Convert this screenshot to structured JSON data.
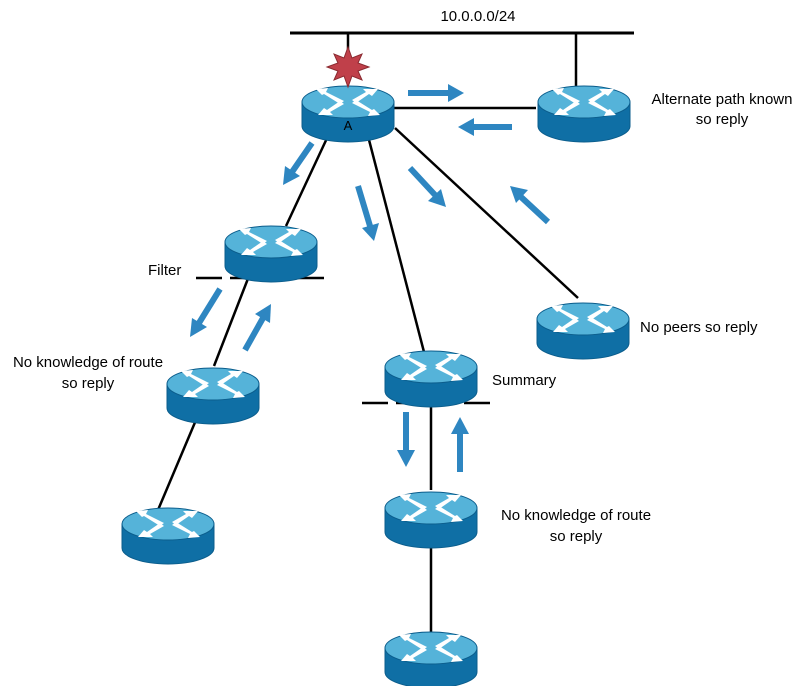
{
  "colors": {
    "router_top": "#55b3d9",
    "router_side": "#0f6fa5",
    "router_rim": "#0b5d8c",
    "router_arrows": "#ffffff",
    "link": "#000000",
    "flow_arrow": "#2e86c1",
    "failure_star": "#c0404a"
  },
  "labels": {
    "subnet": "10.0.0.0/24",
    "router_a": "A",
    "alternate_path_line1": "Alternate path known",
    "alternate_path_line2": "so reply",
    "no_peers": "No peers so reply",
    "filter": "Filter",
    "summary": "Summary",
    "no_knowledge_left_line1": "No knowledge of route",
    "no_knowledge_left_line2": "so reply",
    "no_knowledge_bottom_line1": "No knowledge of route",
    "no_knowledge_bottom_line2": "so reply"
  },
  "icons": {
    "router": "router-icon",
    "failure": "failure-star-icon",
    "flow": "query-reply-arrow-icon"
  }
}
